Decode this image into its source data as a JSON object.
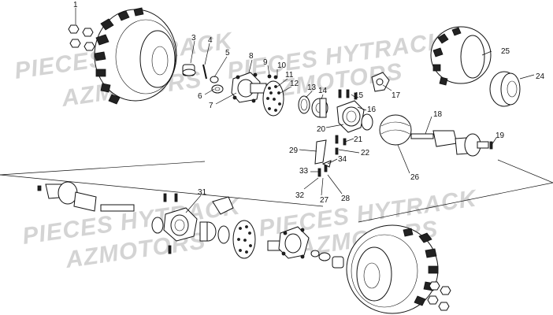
{
  "watermarks": {
    "brand_a": "PIECES HYTRACK",
    "brand_b": "AZMOTORS"
  },
  "callouts": {
    "c1": "1",
    "c3": "3",
    "c4": "4",
    "c5": "5",
    "c6": "6",
    "c7": "7",
    "c8": "8",
    "c9": "9",
    "c10": "10",
    "c11": "11",
    "c12": "12",
    "c13": "13",
    "c14": "14",
    "c15": "15",
    "c16": "16",
    "c17": "17",
    "c18": "18",
    "c19": "19",
    "c20": "20",
    "c21": "21",
    "c22": "22",
    "c24": "24",
    "c25": "25",
    "c26": "26",
    "c27": "27",
    "c28": "28",
    "c29": "29",
    "c31": "31",
    "c32": "32",
    "c33": "33",
    "c34": "34"
  },
  "colors": {
    "ink": "#111111",
    "watermark": "#d4d4d4",
    "background": "#ffffff"
  }
}
